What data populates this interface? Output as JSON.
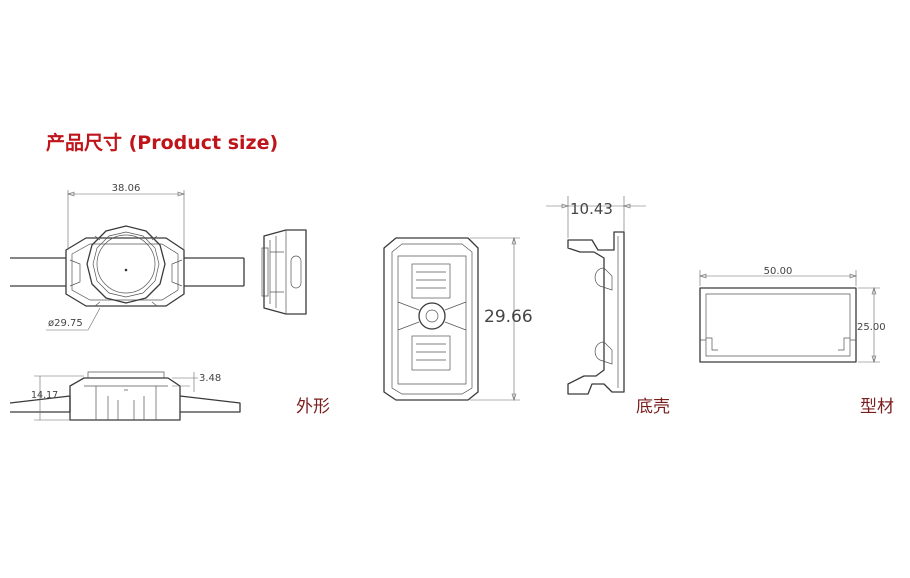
{
  "title": "产品尺寸 (Product size)",
  "captions": {
    "appearance": "外形",
    "bottom_shell": "底壳",
    "profile": "型材"
  },
  "dimensions": {
    "width_top": "38.06",
    "diameter": "ø29.75",
    "height_side": "14.17",
    "offset_side": "3.48",
    "shell_length": "29.66",
    "shell_depth": "10.43",
    "profile_width": "50.00",
    "profile_height": "25.00"
  },
  "colors": {
    "title": "#c0141b",
    "caption": "#7a1d1d",
    "line": "#3a3a3a"
  }
}
